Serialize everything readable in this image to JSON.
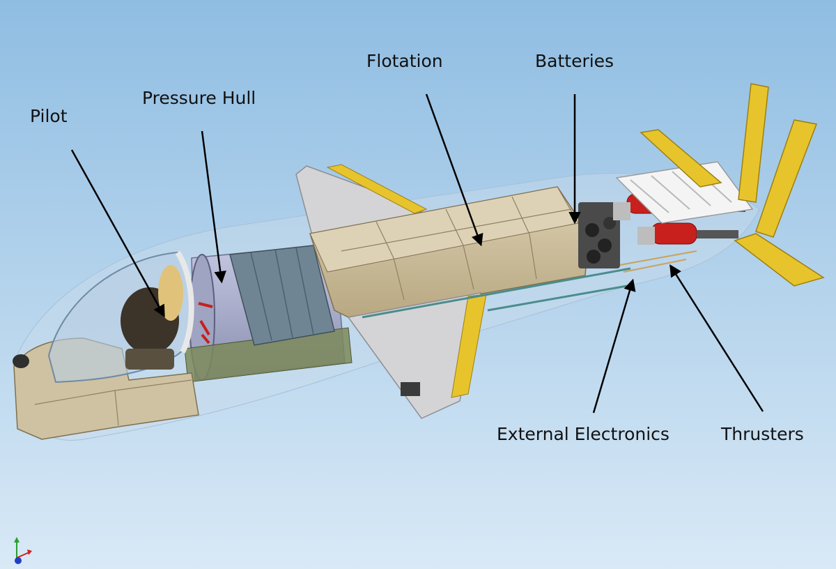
{
  "background": {
    "top": "#8fbde2",
    "bottom": "#d9e9f6"
  },
  "labels": {
    "pilot": "Pilot",
    "pressure_hull": "Pressure Hull",
    "flotation": "Flotation",
    "batteries": "Batteries",
    "external_electronics": "External Electronics",
    "thrusters": "Thrusters"
  },
  "colors": {
    "hull_beige": "#cfc2a2",
    "hull_beige_dark": "#b9ab88",
    "fin_yellow": "#e8c42c",
    "wing_gray": "#d4d4d6",
    "pressure_hull": "#a9aeca",
    "thruster_red": "#c8201c",
    "dome_glass": "#b7cde2",
    "arrow": "#000000"
  },
  "axis_triad": {
    "icon": "axis-triad-icon"
  }
}
